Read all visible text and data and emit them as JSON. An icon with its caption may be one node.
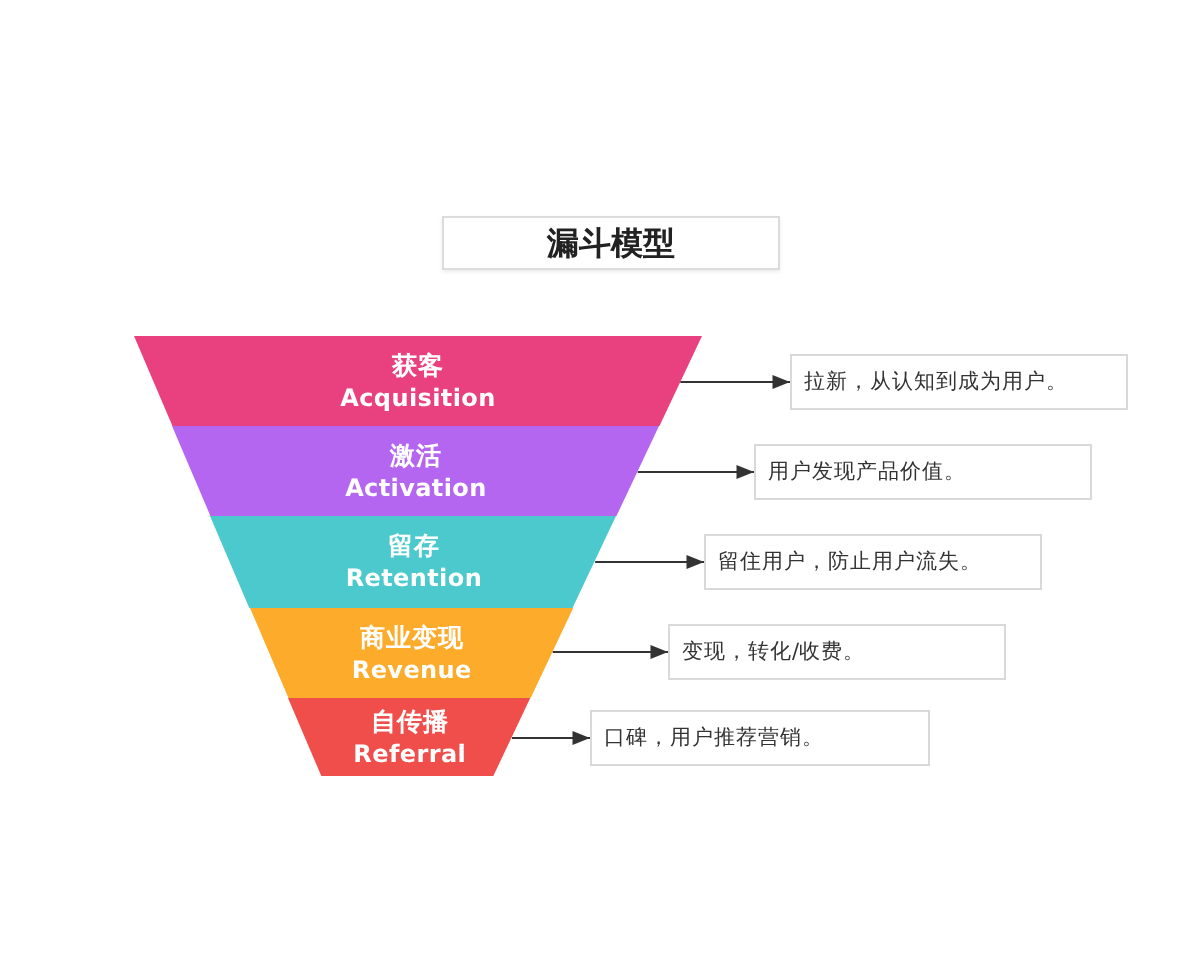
{
  "diagram": {
    "title": "漏斗模型",
    "nodes": [
      {
        "text": [
          "获客",
          "Acquisition"
        ]
      },
      {
        "text": [
          "激活",
          "Activation"
        ]
      },
      {
        "text": [
          "留存",
          "Retention"
        ]
      },
      {
        "text": [
          "商业变现",
          "Revenue"
        ]
      },
      {
        "text": [
          "自传播",
          "Referral"
        ]
      },
      {
        "text": [
          "拉新，从认知到成为用户。"
        ]
      },
      {
        "text": [
          "用户发现产品价值。"
        ]
      },
      {
        "text": [
          "留住用户，防止用户流失。"
        ]
      },
      {
        "text": [
          "变现，转化/收费。"
        ]
      },
      {
        "text": [
          "口碑，用户推荐营销。"
        ]
      }
    ],
    "edges": [
      {
        "from": 0,
        "to": 5,
        "arrow": "to"
      },
      {
        "from": 1,
        "to": 6,
        "arrow": "to"
      },
      {
        "from": 2,
        "to": 7,
        "arrow": "to"
      },
      {
        "from": 3,
        "to": 8,
        "arrow": "to"
      },
      {
        "from": 4,
        "to": 9,
        "arrow": "to"
      }
    ]
  }
}
